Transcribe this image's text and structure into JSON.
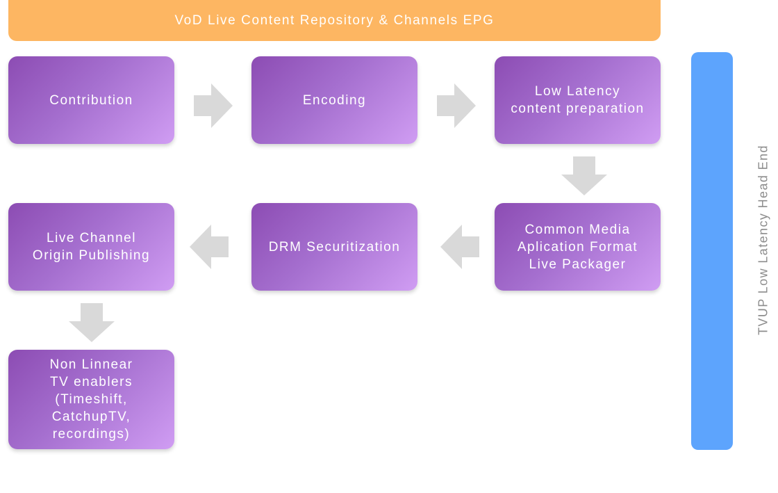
{
  "banner": {
    "label": "VoD Live Content Repository & Channels EPG"
  },
  "steps": {
    "contribution": "Contribution",
    "encoding": "Encoding",
    "low_latency_prep": "Low Latency\ncontent preparation",
    "cmaf_packager": "Common Media\nAplication Format\nLive Packager",
    "drm": "DRM Securitization",
    "origin_publishing": "Live Channel\nOrigin Publishing",
    "non_linear": "Non Linnear\nTV enablers\n(Timeshift,\nCatchupTV,\nrecordings)"
  },
  "sidebar": {
    "label": "TVUP Low Latency Head End"
  },
  "colors": {
    "banner": "#fdb662",
    "box_start": "#8c4cb3",
    "box_end": "#d09df3",
    "arrow": "#d9d9d9",
    "sidebar": "#5da4fd",
    "sidebar_label": "#8c8c8c"
  }
}
